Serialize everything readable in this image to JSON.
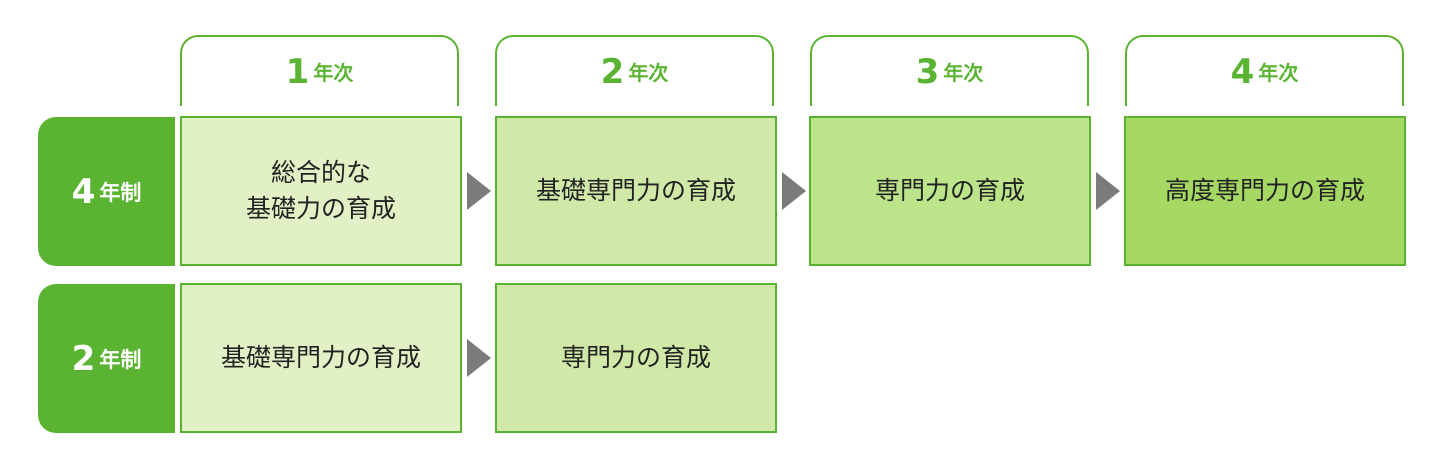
{
  "years": [
    {
      "num": "1",
      "unit": "年次"
    },
    {
      "num": "2",
      "unit": "年次"
    },
    {
      "num": "3",
      "unit": "年次"
    },
    {
      "num": "4",
      "unit": "年次"
    }
  ],
  "programs": [
    {
      "num": "4",
      "unit": "年制",
      "stages": [
        "総合的な\n基礎力の育成",
        "基礎専門力の育成",
        "専門力の育成",
        "高度専門力の育成"
      ]
    },
    {
      "num": "2",
      "unit": "年制",
      "stages": [
        "基礎専門力の育成",
        "専門力の育成"
      ]
    }
  ],
  "colors": {
    "accent": "#5ab432",
    "stage1": "#e2f0c6",
    "stage2": "#d0e9a8",
    "stage3": "#bce48a",
    "stage4": "#a6d864",
    "arrow": "#7b7b7b"
  }
}
